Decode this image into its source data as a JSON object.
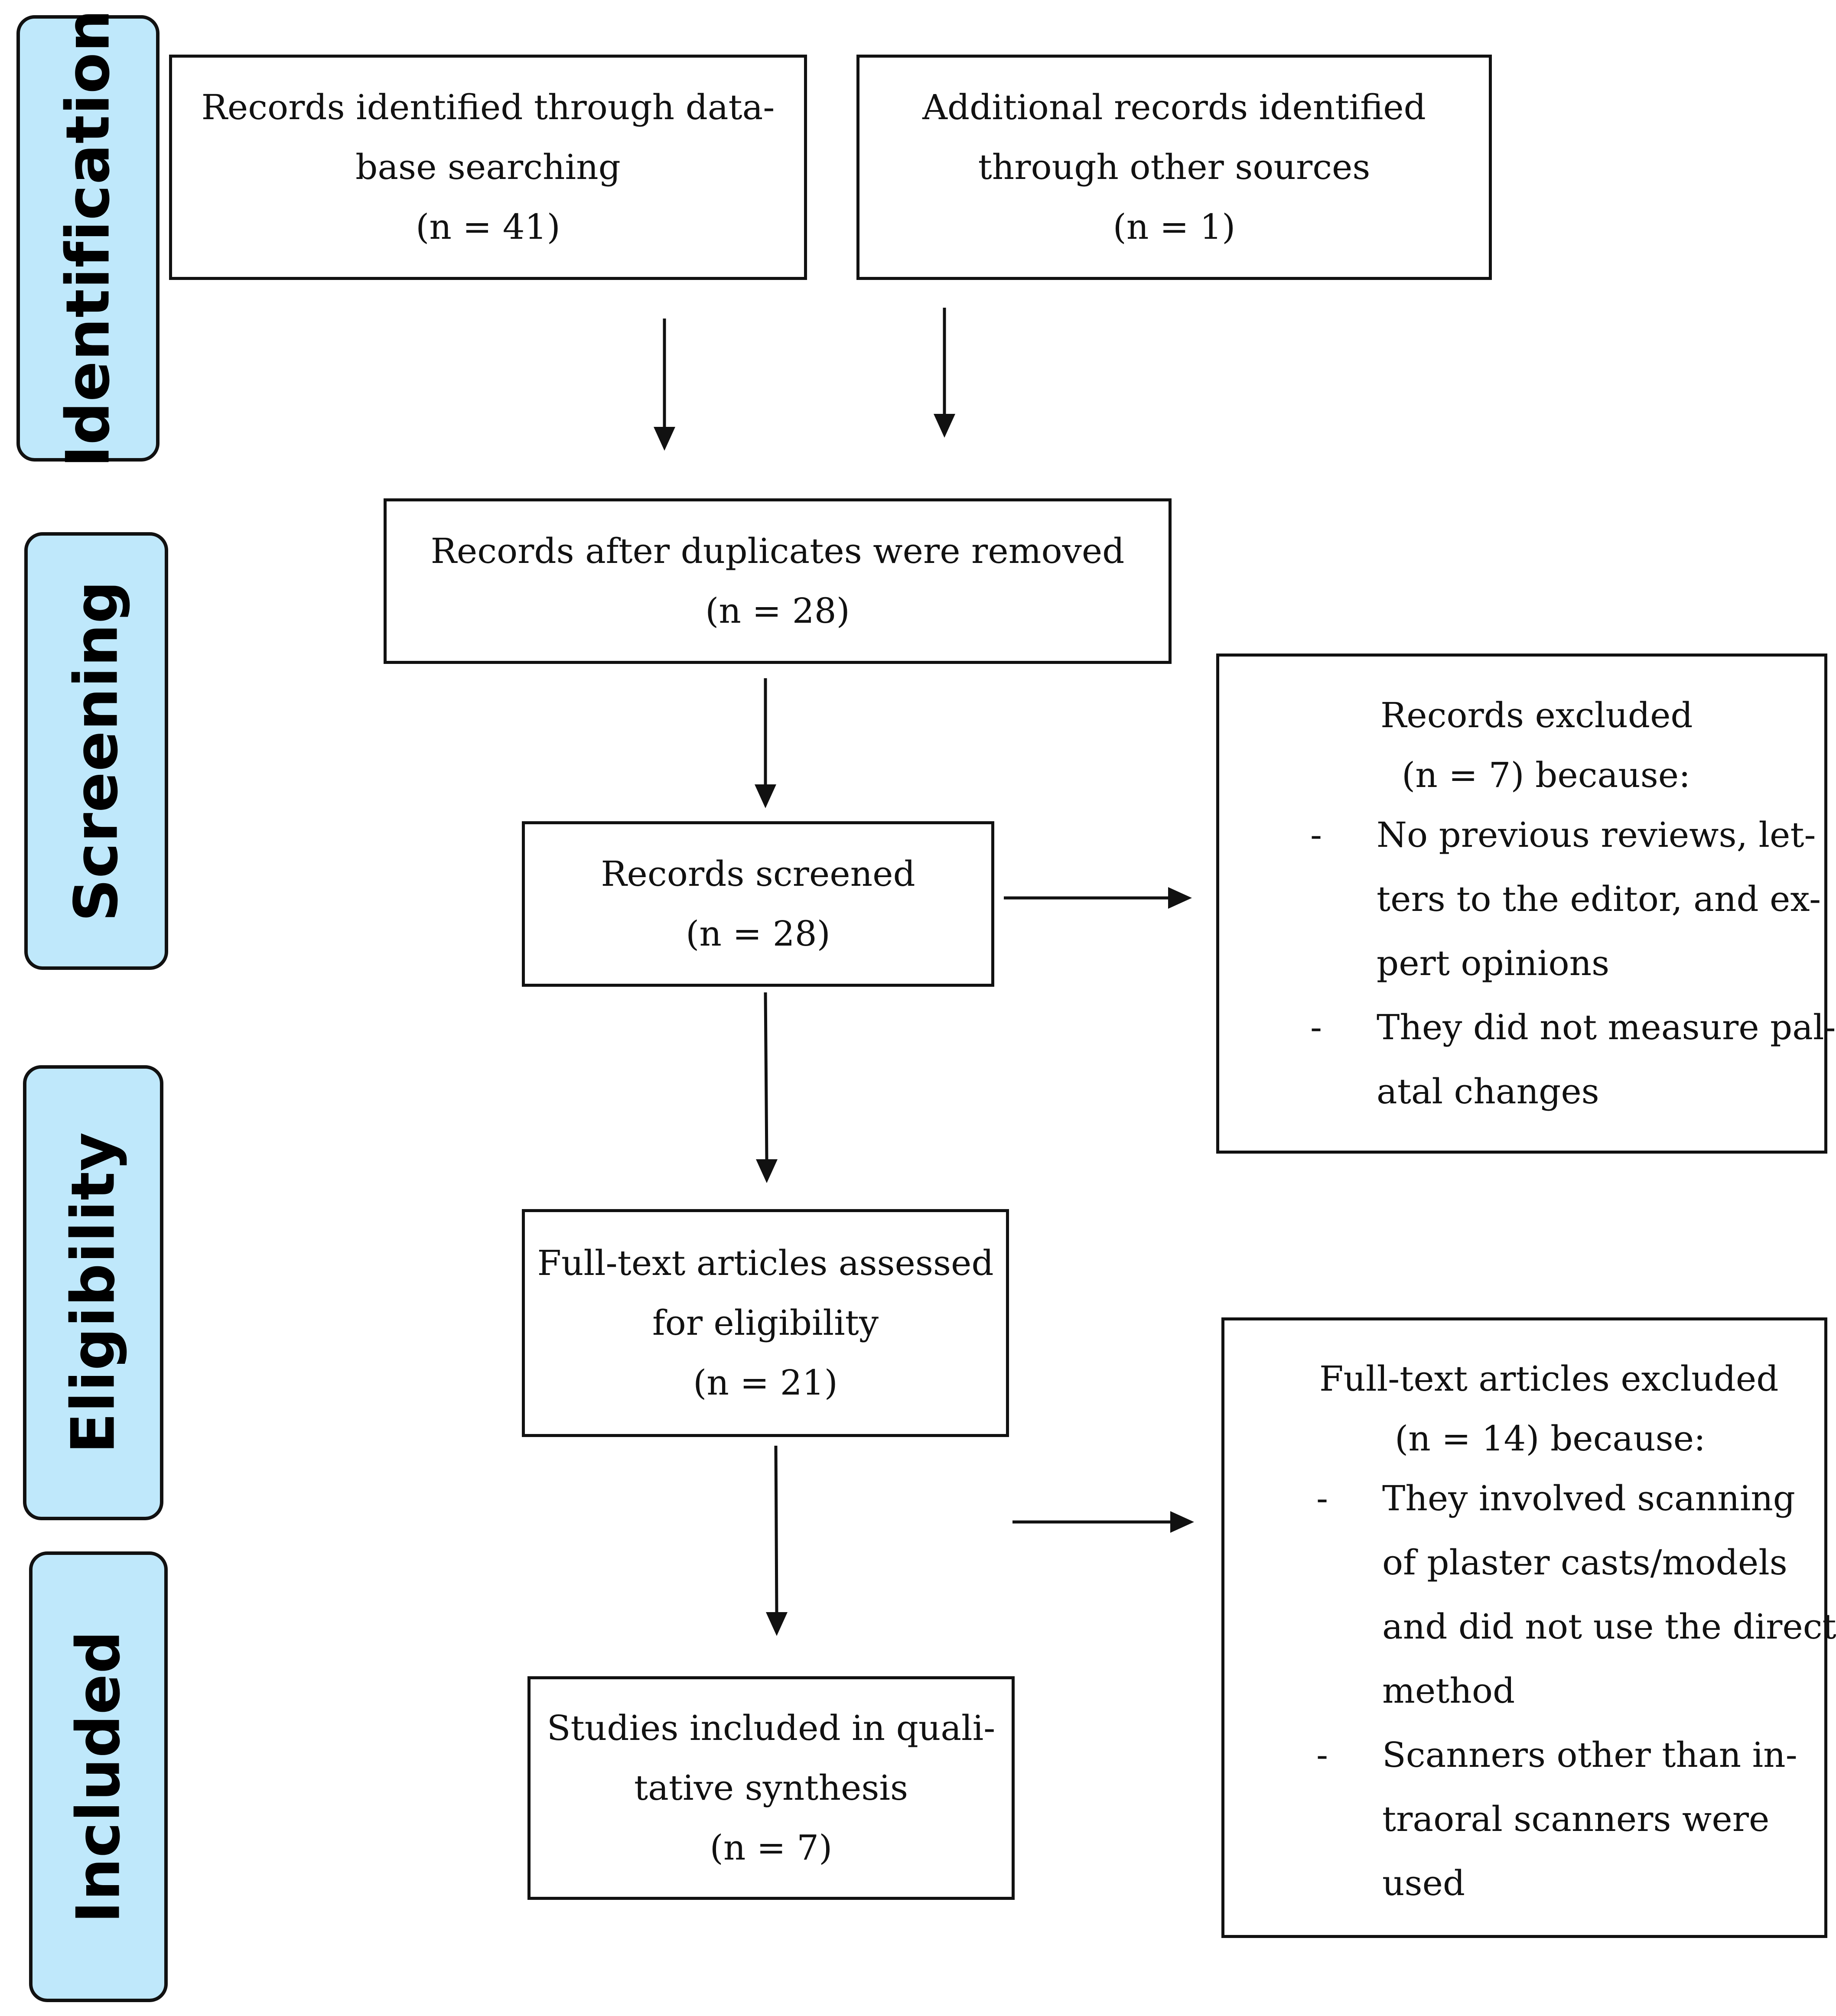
{
  "phases": [
    {
      "label": "Identification"
    },
    {
      "label": "Screening"
    },
    {
      "label": "Eligibility"
    },
    {
      "label": "Included"
    }
  ],
  "boxes": {
    "database": {
      "lines": [
        "Records identified through data-",
        "base searching",
        "(n = 41)"
      ]
    },
    "other_sources": {
      "lines": [
        "Additional records identified",
        "through other sources",
        "(n = 1)"
      ]
    },
    "duplicates_removed": {
      "lines": [
        "Records after duplicates were removed",
        "(n = 28)"
      ]
    },
    "screened": {
      "lines": [
        "Records screened",
        "(n = 28)"
      ]
    },
    "full_text": {
      "lines": [
        "Full-text articles assessed",
        "for eligibility",
        "(n = 21)"
      ]
    },
    "included": {
      "lines": [
        "Studies included in quali-",
        "tative synthesis",
        "(n = 7)"
      ]
    }
  },
  "exclusions": {
    "records_excluded": {
      "header": [
        "Records excluded",
        "(n = 7) because:"
      ],
      "bullet_marker": "-",
      "bullets": [
        [
          "No previous reviews, let-",
          "ters to the editor, and ex-",
          "pert opinions"
        ],
        [
          "They did not measure pal-",
          "atal changes"
        ]
      ]
    },
    "fulltext_excluded": {
      "header": [
        "Full-text articles excluded",
        "(n = 14) because:"
      ],
      "bullet_marker": "-",
      "bullets": [
        [
          "They involved scanning",
          "of plaster casts/models",
          "and did not use the direct",
          "method"
        ],
        [
          "Scanners other than in-",
          "traoral scanners were",
          "used"
        ]
      ]
    }
  },
  "colors": {
    "phase_fill": "#bfe8fb",
    "stroke": "#111111"
  }
}
